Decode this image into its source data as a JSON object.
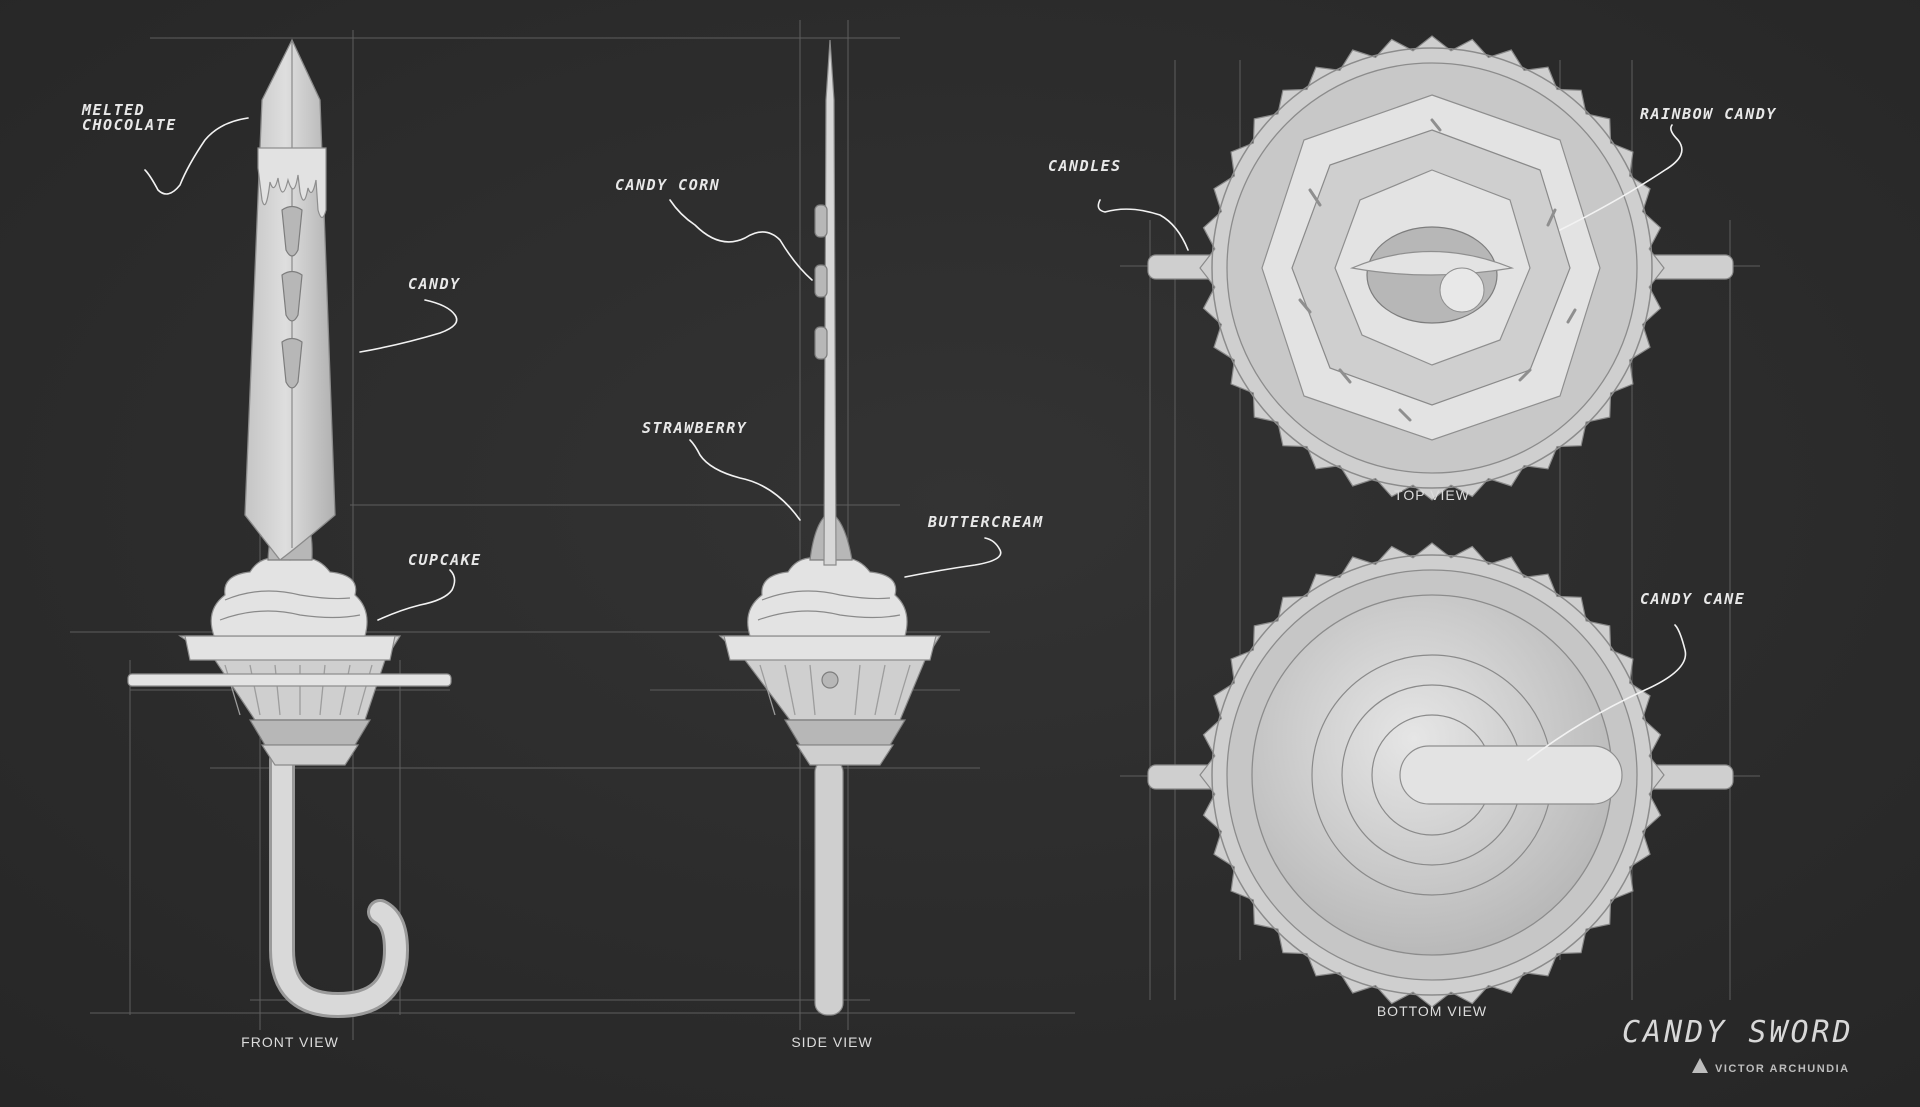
{
  "title": "CANDY SWORD",
  "artist": "VICTOR ARCHUNDIA",
  "views": {
    "front": "FRONT VIEW",
    "side": "SIDE VIEW",
    "top": "TOP VIEW",
    "bottom": "BOTTOM VIEW"
  },
  "callouts": {
    "melted_chocolate_1": "MELTED",
    "melted_chocolate_2": "CHOCOLATE",
    "candy": "CANDY",
    "cupcake": "CUPCAKE",
    "candy_corn": "CANDY CORN",
    "strawberry": "STRAWBERRY",
    "buttercream": "BUTTERCREAM",
    "candles": "CANDLES",
    "rainbow_candy": "RAINBOW CANDY",
    "candy_cane": "CANDY CANE"
  },
  "colors": {
    "background": "#2c2c2c",
    "model": "#cfcfcf",
    "lines": "#f2f2f2"
  }
}
